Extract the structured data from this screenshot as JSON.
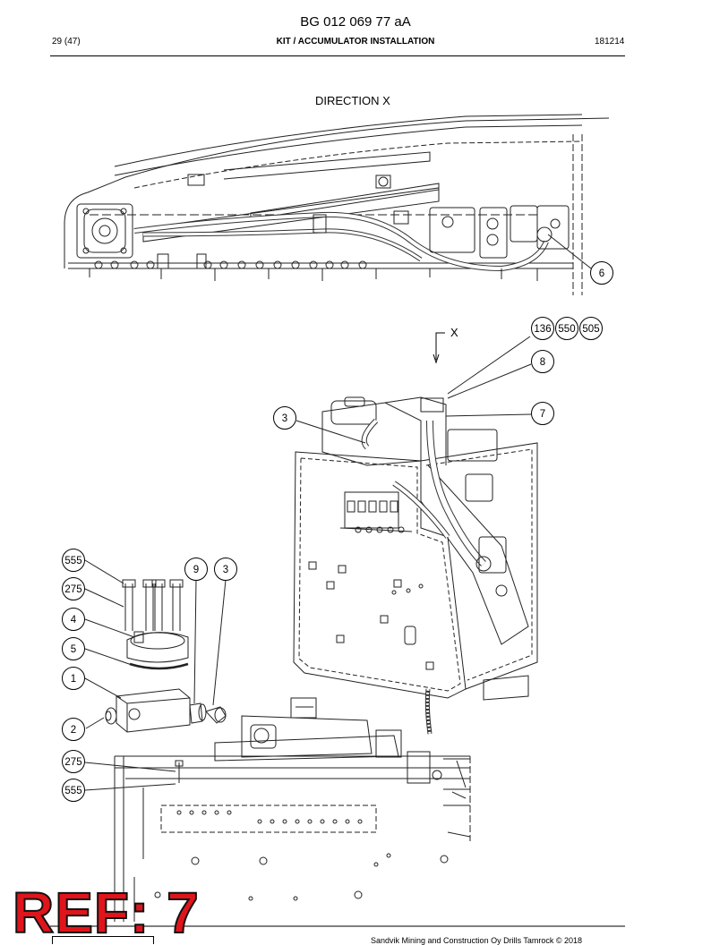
{
  "header": {
    "doc_number": "BG 012 069 77 aA",
    "page": "29 (47)",
    "title": "KIT / ACCUMULATOR INSTALLATION",
    "date": "181214"
  },
  "view": {
    "direction_label": "DIRECTION X",
    "arrow_label": "X"
  },
  "callouts": {
    "top_6": "6",
    "c136": "136",
    "c550": "550",
    "c505": "505",
    "c8": "8",
    "c7": "7",
    "mid_3": "3",
    "c555a": "555",
    "c275a": "275",
    "c9": "9",
    "c3b": "3",
    "c4": "4",
    "c5": "5",
    "c1": "1",
    "c2": "2",
    "c275b": "275",
    "c555b": "555"
  },
  "stamp": "REF: 7",
  "footer": "Sandvik Mining and Construction Oy Drills Tamrock © 2018"
}
